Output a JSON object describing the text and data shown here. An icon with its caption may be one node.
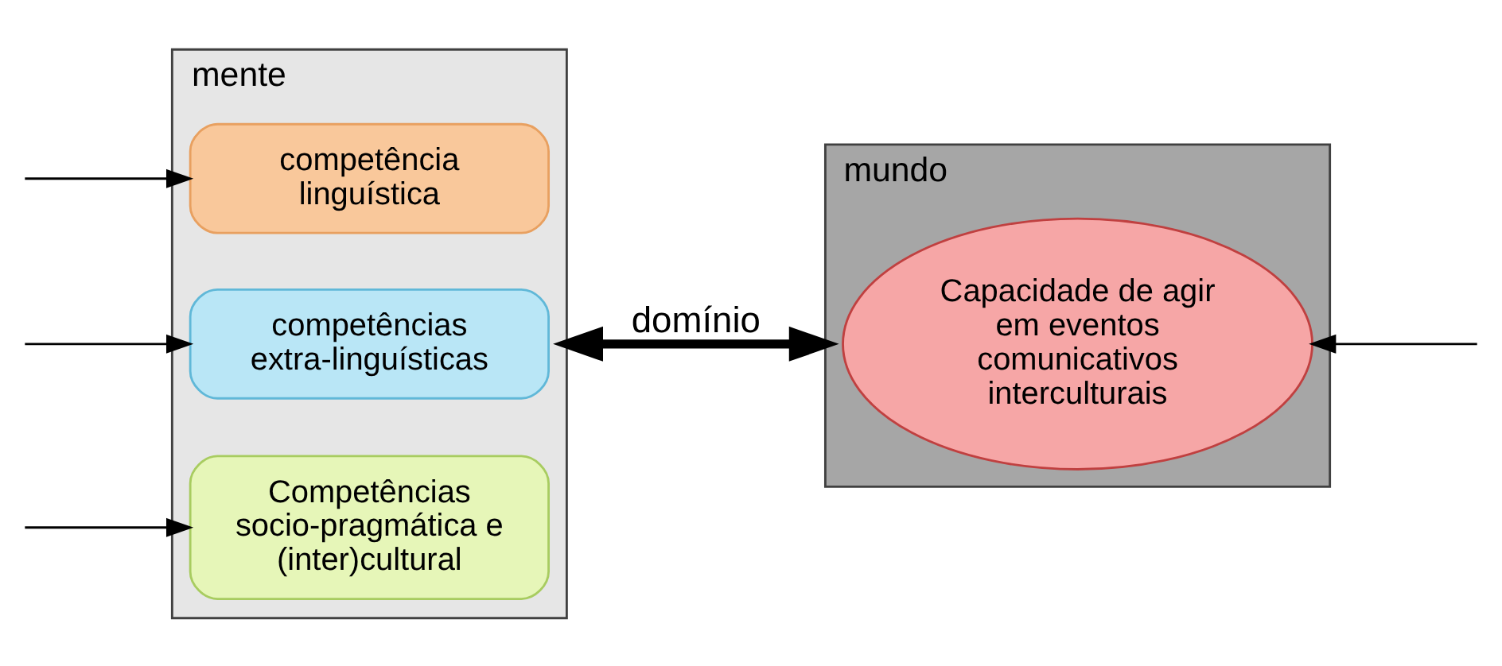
{
  "diagram": {
    "nodes": [
      {
        "text": [
          "mente"
        ]
      },
      {
        "text": [
          "competência linguística"
        ],
        "in": 0
      },
      {
        "text": [
          "competências extra-linguísticas"
        ],
        "in": 0
      },
      {
        "text": [
          "Competências socio-pragmática e (inter)cultural"
        ],
        "in": 0
      },
      {
        "text": [
          "mundo"
        ]
      },
      {
        "text": [
          "Capacidade de agir em eventos comunicativos interculturais"
        ],
        "in": 4
      }
    ],
    "edges": [
      {
        "from": null,
        "to": 1,
        "arrow": "to"
      },
      {
        "from": null,
        "to": 2,
        "arrow": "to"
      },
      {
        "from": null,
        "to": 3,
        "arrow": "to"
      },
      {
        "from": null,
        "to": 5,
        "arrow": "to"
      },
      {
        "from": 0,
        "to": 4,
        "arrow": "both",
        "label": "domínio",
        "style": "thick"
      }
    ]
  }
}
